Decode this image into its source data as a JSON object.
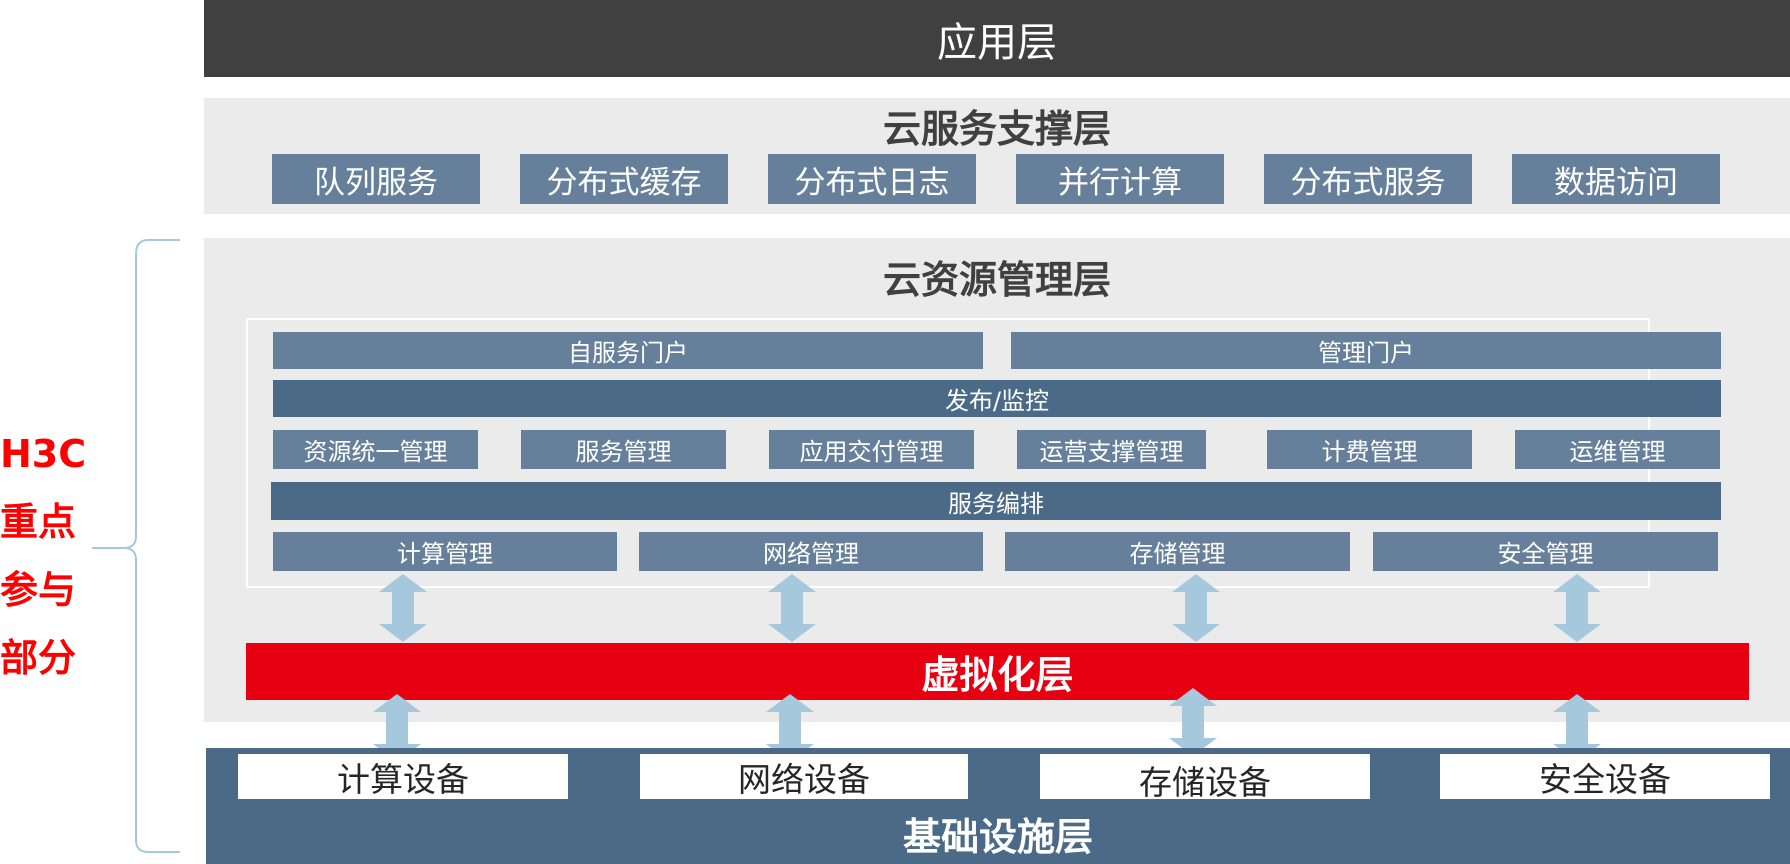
{
  "application_layer": {
    "title": "应用层"
  },
  "service_layer": {
    "title": "云服务支撑层",
    "items": [
      "队列服务",
      "分布式缓存",
      "分布式日志",
      "并行计算",
      "分布式服务",
      "数据访问"
    ]
  },
  "resource_layer": {
    "title": "云资源管理层",
    "portals": [
      "自服务门户",
      "管理门户"
    ],
    "publish_monitor": "发布/监控",
    "management": [
      "资源统一管理",
      "服务管理",
      "应用交付管理",
      "运营支撑管理",
      "计费管理",
      "运维管理"
    ],
    "orchestration": "服务编排",
    "resource_management": [
      "计算管理",
      "网络管理",
      "存储管理",
      "安全管理"
    ]
  },
  "virtualization_layer": {
    "title": "虚拟化层"
  },
  "infrastructure_layer": {
    "title": "基础设施层",
    "devices": [
      "计算设备",
      "网络设备",
      "存储设备",
      "安全设备"
    ]
  },
  "h3c_label": {
    "lines": [
      "H3C",
      "重点",
      "参与",
      "部分"
    ]
  },
  "colors": {
    "application": "#404040",
    "layer_background": "#ebebeb",
    "item_blue": "#66809c",
    "item_dark_blue": "#4b6a87",
    "virtualization_red": "#e60012",
    "arrow": "#a6c8dc",
    "h3c_label_red": "#ff0000"
  }
}
